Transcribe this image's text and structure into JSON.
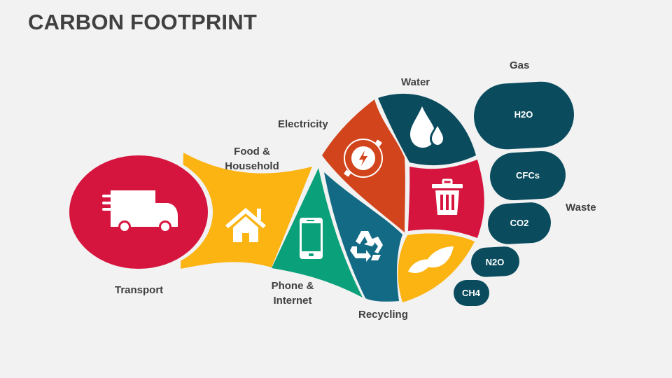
{
  "title": "CARBON FOOTPRINT",
  "colors": {
    "background": "#f2f2f2",
    "text": "#404040",
    "red": "#d6153f",
    "yellow": "#fbb412",
    "green": "#0aa07a",
    "orange": "#d2441c",
    "dark_teal": "#0a4c5e",
    "teal": "#126a84"
  },
  "segments": [
    {
      "label": "Transport",
      "icon": "truck-icon",
      "color": "#d6153f"
    },
    {
      "label": "Food & Household",
      "line1": "Food &",
      "line2": "Household",
      "icon": "house-icon",
      "color": "#fbb412"
    },
    {
      "label": "Phone & Internet",
      "line1": "Phone &",
      "line2": "Internet",
      "icon": "smartphone-icon",
      "color": "#0aa07a"
    },
    {
      "label": "Electricity",
      "icon": "electricity-plug-icon",
      "color": "#d2441c"
    },
    {
      "label": "Recycling",
      "icon": "recycle-icon",
      "color": "#126a84"
    },
    {
      "label": "Water",
      "icon": "water-drop-icon",
      "color": "#0a4c5e"
    },
    {
      "label": "Waste",
      "icon": "trash-bin-icon",
      "color": "#d6153f"
    },
    {
      "label": "Gas",
      "icon": "leaves-icon",
      "color": "#fbb412"
    }
  ],
  "toes": [
    {
      "label": "H2O"
    },
    {
      "label": "CFCs"
    },
    {
      "label": "CO2"
    },
    {
      "label": "N2O"
    },
    {
      "label": "CH4"
    }
  ]
}
